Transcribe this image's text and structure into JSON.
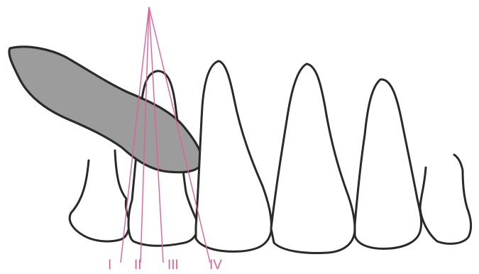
{
  "figure": {
    "line_color": "#e0609a",
    "outline_color": "#2a2a2a",
    "overlap_fill": "#9c9c9c",
    "rays": [
      {
        "label": "I"
      },
      {
        "label": "II"
      },
      {
        "label": "III"
      },
      {
        "label": "IV"
      }
    ]
  }
}
